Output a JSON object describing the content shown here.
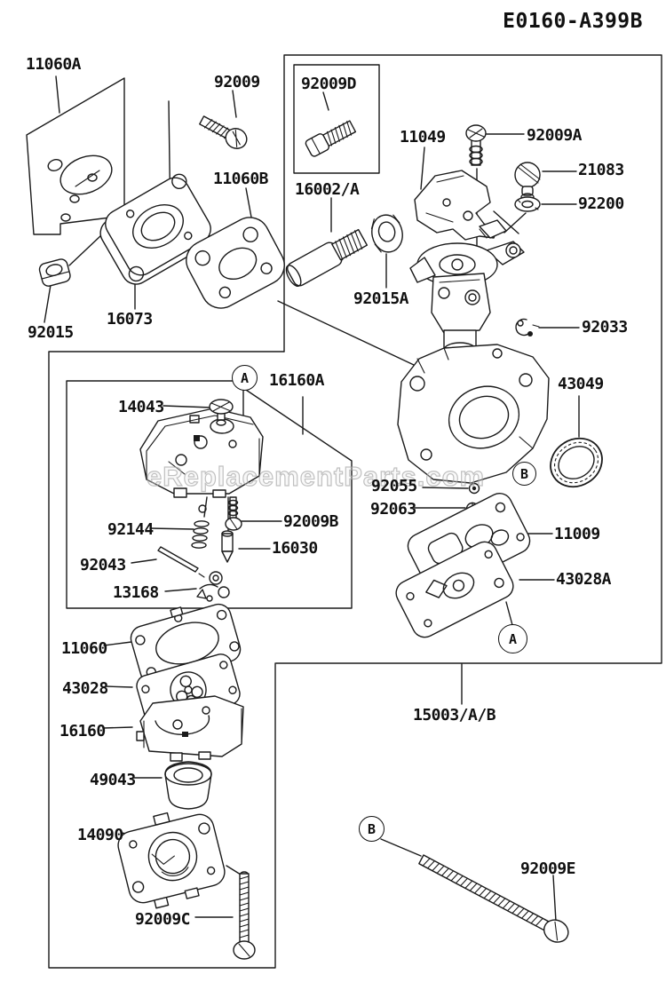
{
  "header": {
    "drawing_number": "E0160-A399B"
  },
  "watermark": {
    "text": "eReplacementParts.com"
  },
  "callouts": {
    "a": "A",
    "b": "B"
  },
  "parts": {
    "p11060A": "11060A",
    "p92009": "92009",
    "p92009D": "92009D",
    "p11060B": "11060B",
    "p16002A": "16002/A",
    "p11049": "11049",
    "p92009A": "92009A",
    "p21083": "21083",
    "p92200": "92200",
    "p92015A": "92015A",
    "p92015": "92015",
    "p16073": "16073",
    "p92033": "92033",
    "p43049": "43049",
    "p14043": "14043",
    "p16160A": "16160A",
    "p92144": "92144",
    "p92009B": "92009B",
    "p16030": "16030",
    "p92043": "92043",
    "p13168": "13168",
    "p92055": "92055",
    "p92063": "92063",
    "p11009": "11009",
    "p43028A": "43028A",
    "p11060": "11060",
    "p43028": "43028",
    "p16160": "16160",
    "p49043": "49043",
    "p14090": "14090",
    "p92009C": "92009C",
    "p15003AB": "15003/A/B",
    "p92009E": "92009E"
  }
}
